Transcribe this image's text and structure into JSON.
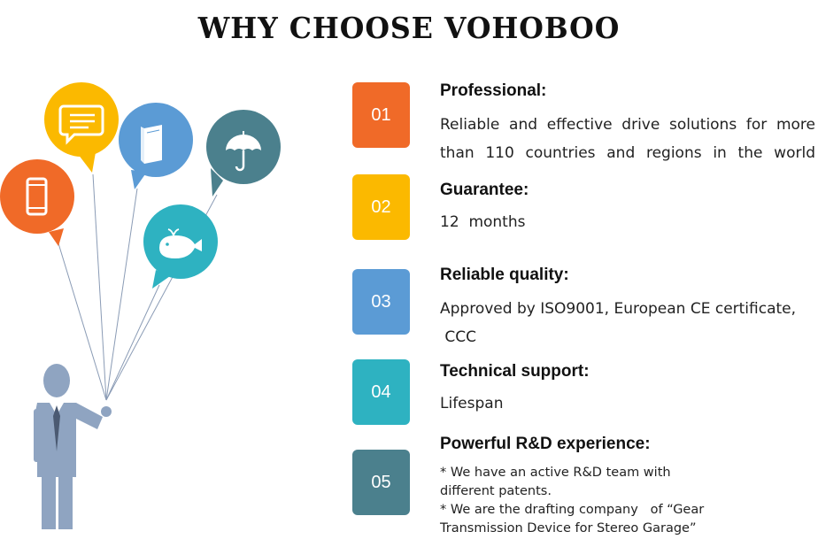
{
  "title": "WHY CHOOSE VOHOBOO",
  "colors": {
    "orange": "#f06a28",
    "yellow": "#fbb900",
    "blue": "#5b9bd5",
    "teal": "#2eb2c1",
    "slate": "#4b808d",
    "figure": "#8fa4c1"
  },
  "balloons": [
    {
      "icon": "smartphone-icon",
      "color": "#f06a28"
    },
    {
      "icon": "chat-message-icon",
      "color": "#fbb900"
    },
    {
      "icon": "book-icon",
      "color": "#5b9bd5"
    },
    {
      "icon": "umbrella-icon",
      "color": "#4b808d"
    },
    {
      "icon": "whale-icon",
      "color": "#2eb2c1"
    }
  ],
  "items": [
    {
      "number": "01",
      "title": "Professional:",
      "description": [
        "Reliable and effective drive solutions for more",
        "than 110 countries and regions in the world"
      ]
    },
    {
      "number": "02",
      "title": "Guarantee:",
      "description": [
        "12  months"
      ]
    },
    {
      "number": "03",
      "title": "Reliable quality:",
      "description": [
        "Approved by ISO9001, European CE certificate,",
        " CCC"
      ]
    },
    {
      "number": "04",
      "title": "Technical support:",
      "description": [
        "Lifespan"
      ]
    },
    {
      "number": "05",
      "title": "Powerful R&D experience:",
      "bullets": [
        "* We have an active R&D team with",
        "different patents.",
        "* We are the drafting company   of “Gear",
        "Transmission Device for Stereo Garage”"
      ]
    }
  ]
}
